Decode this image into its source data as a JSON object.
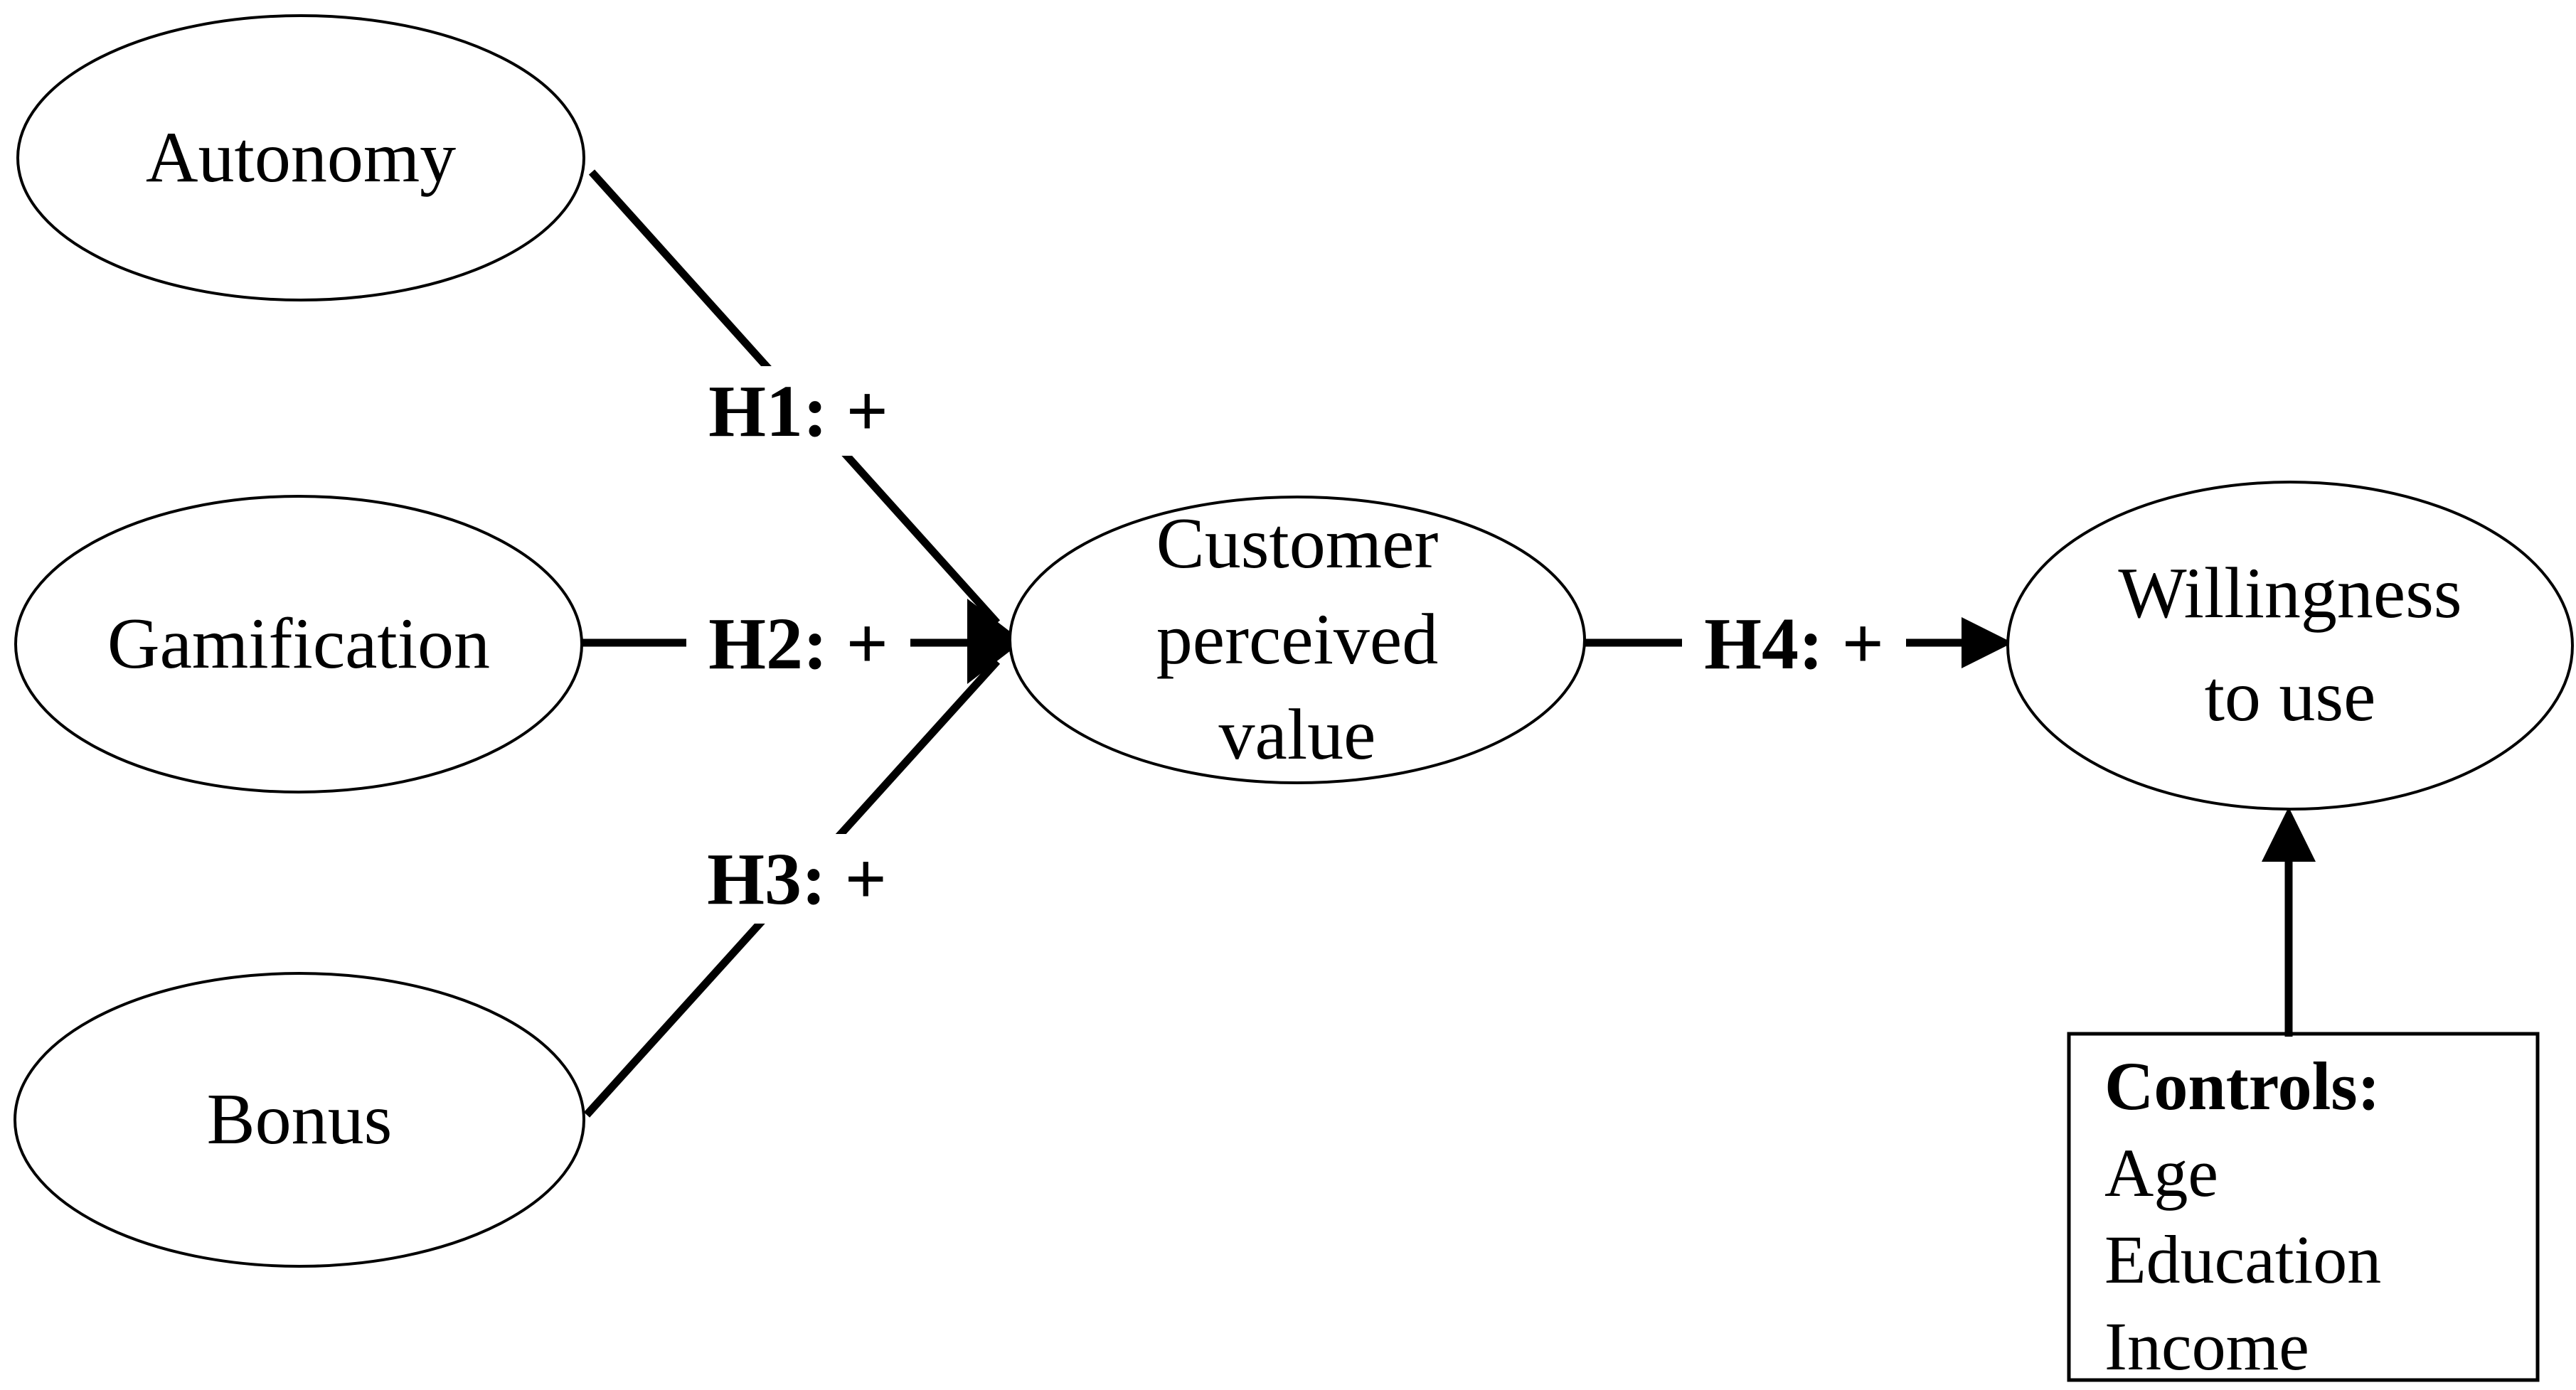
{
  "figure": {
    "background_color": "#ffffff",
    "stroke_color": "#000000",
    "nodes": {
      "autonomy": {
        "label": "Autonomy"
      },
      "gamification": {
        "label": "Gamification"
      },
      "bonus": {
        "label": "Bonus"
      },
      "customer_perceived_value": {
        "label": "Customer perceived value"
      },
      "willingness_to_use": {
        "label": "Willingness to use"
      }
    },
    "hypotheses": {
      "h1": {
        "label": "H1: +"
      },
      "h2": {
        "label": "H2: +"
      },
      "h3": {
        "label": "H3: +"
      },
      "h4": {
        "label": "H4: +"
      }
    },
    "controls_box": {
      "title": "Controls:",
      "items": [
        "Age",
        "Education",
        "Income"
      ]
    }
  }
}
